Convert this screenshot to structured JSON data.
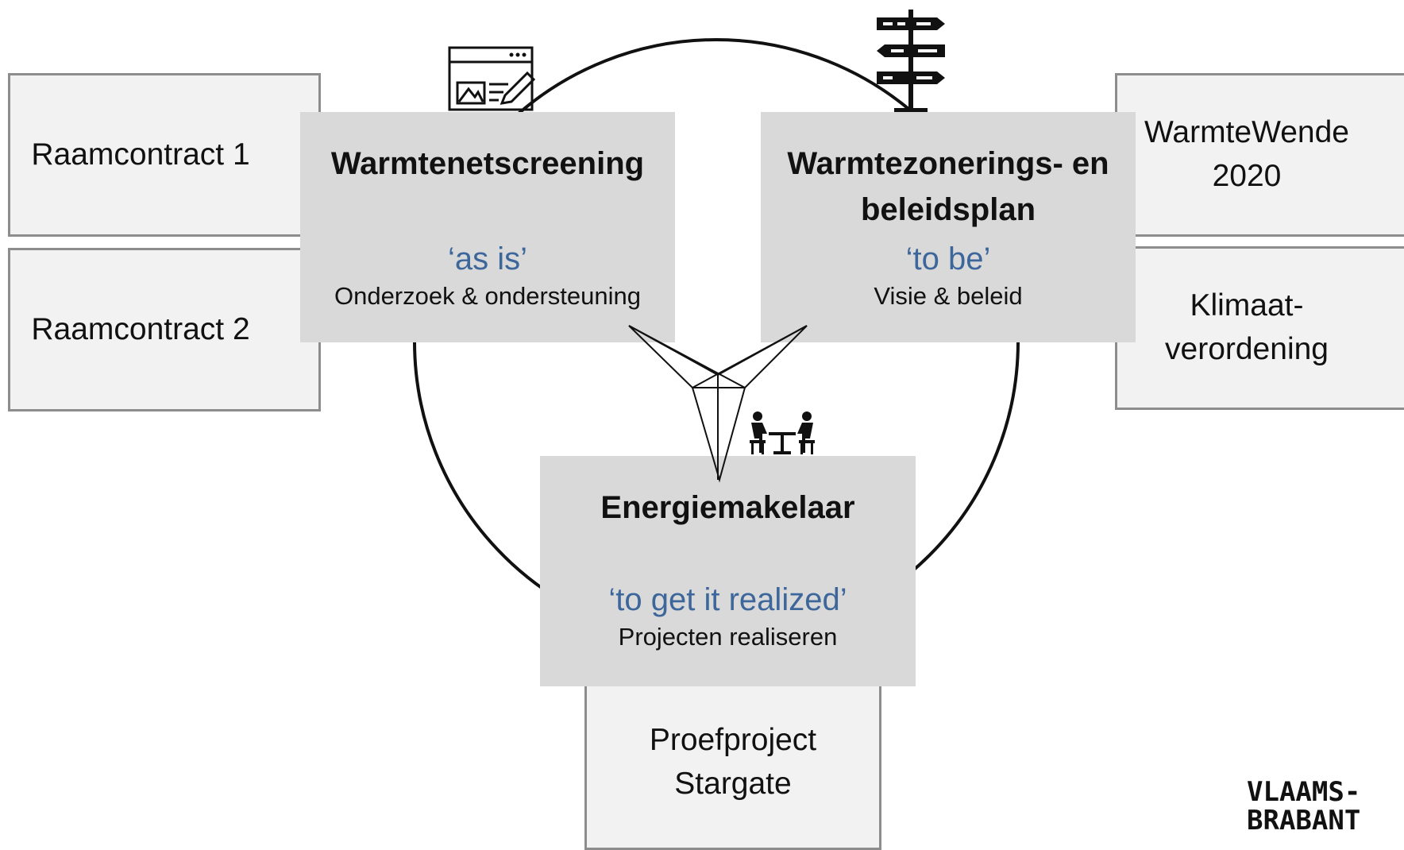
{
  "left_boxes": [
    {
      "label": "Raamcontract 1"
    },
    {
      "label": "Raamcontract 2"
    }
  ],
  "right_boxes": [
    {
      "label": "WarmteWende\n2020"
    },
    {
      "label": "Klimaat-\nverordening"
    }
  ],
  "bottom_box": {
    "label": "Proefproject\nStargate"
  },
  "main_boxes": {
    "screening": {
      "title": "Warmtenetscreening",
      "quote": "‘as is’",
      "subtitle": "Onderzoek & ondersteuning"
    },
    "zonering": {
      "title_line1": "Warmtezonerings- en",
      "title_line2": "beleidsplan",
      "quote": "‘to be’",
      "subtitle": "Visie & beleid"
    },
    "makelaar": {
      "title": "Energiemakelaar",
      "quote": "‘to get it realized’",
      "subtitle": "Projecten realiseren"
    }
  },
  "logo": {
    "line1": "VLAAMS-",
    "line2": "BRABANT"
  },
  "colors": {
    "side_box_fill": "#f2f2f2",
    "side_box_border": "#8d8d8d",
    "main_box_fill": "#d9d9d9",
    "quote_text": "#3d669b",
    "circle_stroke": "#111111"
  },
  "icons": {
    "screening": "web-design-icon",
    "zonering": "signpost-icon",
    "makelaar": "meeting-table-icon",
    "center": "triangular-star-icon"
  }
}
